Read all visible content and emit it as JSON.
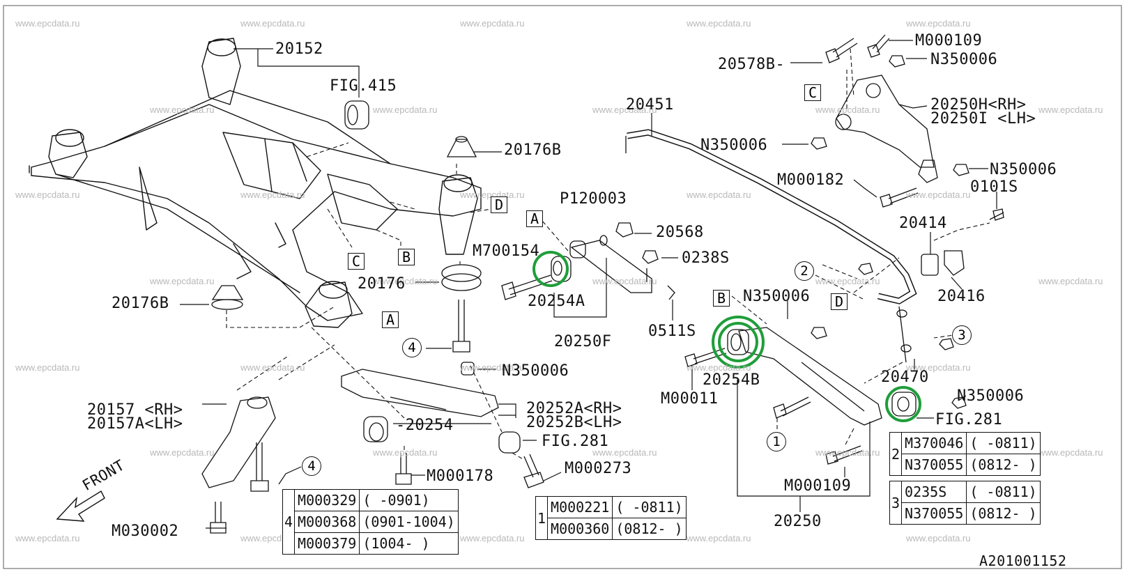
{
  "watermark": "www.epcdata.ru",
  "diagram_id": "A201001152",
  "front_label": "FRONT",
  "part_labels": {
    "p20152": "20152",
    "fig415": "FIG.415",
    "p20176B_top": "20176B",
    "p20176B_left": "20176B",
    "p20176": "20176",
    "m700154": "M700154",
    "p120003": "P120003",
    "p20568": "20568",
    "p0238s": "0238S",
    "p20254A": "20254A",
    "p20250F": "20250F",
    "p0511s": "0511S",
    "p20157rh": "20157 <RH>",
    "p20157lh": "20157A<LH>",
    "n350006_mid": "N350006",
    "p20252rh": "20252A<RH>",
    "p20252lh": "20252B<LH>",
    "p20254": "-20254",
    "fig281_left": "FIG.281",
    "m000178": "M000178",
    "m000273": "M000273",
    "m030002": "M030002",
    "p20451": "20451",
    "p20578B": "20578B-",
    "m000109_top": "M000109",
    "n350006_top": "N350006",
    "p20250H": "20250H<RH>",
    "p20250I": "20250I <LH>",
    "n350006_c": "N350006",
    "n350006_r": "N350006",
    "m000182": "M000182",
    "p0101s": "0101S",
    "p20414": "20414",
    "p20416": "20416",
    "n350006_b": "N350006",
    "p20254B": "20254B",
    "m00011": "M00011",
    "p20470": "20470",
    "n350006_br": "N350006",
    "fig281_right": "FIG.281",
    "m000109_bot": "M000109",
    "p20250": "20250"
  },
  "ref_boxes": {
    "A": "A",
    "B": "B",
    "C": "C",
    "D": "D"
  },
  "callouts": {
    "c1": "1",
    "c2": "2",
    "c3": "3",
    "c4": "4"
  },
  "variant_tables": {
    "t4": {
      "key": "4",
      "rows": [
        {
          "part": "M000329",
          "range": "( -0901)"
        },
        {
          "part": "M000368",
          "range": "(0901-1004)"
        },
        {
          "part": "M000379",
          "range": "(1004-   )"
        }
      ]
    },
    "t1": {
      "key": "1",
      "rows": [
        {
          "part": "M000221",
          "range": "( -0811)"
        },
        {
          "part": "M000360",
          "range": "(0812-  )"
        }
      ]
    },
    "t2": {
      "key": "2",
      "rows": [
        {
          "part": "M370046",
          "range": "( -0811)"
        },
        {
          "part": "N370055",
          "range": "(0812- )"
        }
      ]
    },
    "t3": {
      "key": "3",
      "rows": [
        {
          "part": "0235S",
          "range": "( -0811)"
        },
        {
          "part": "N370055",
          "range": "(0812- )"
        }
      ]
    }
  },
  "highlight_color": "#1f9e3a"
}
